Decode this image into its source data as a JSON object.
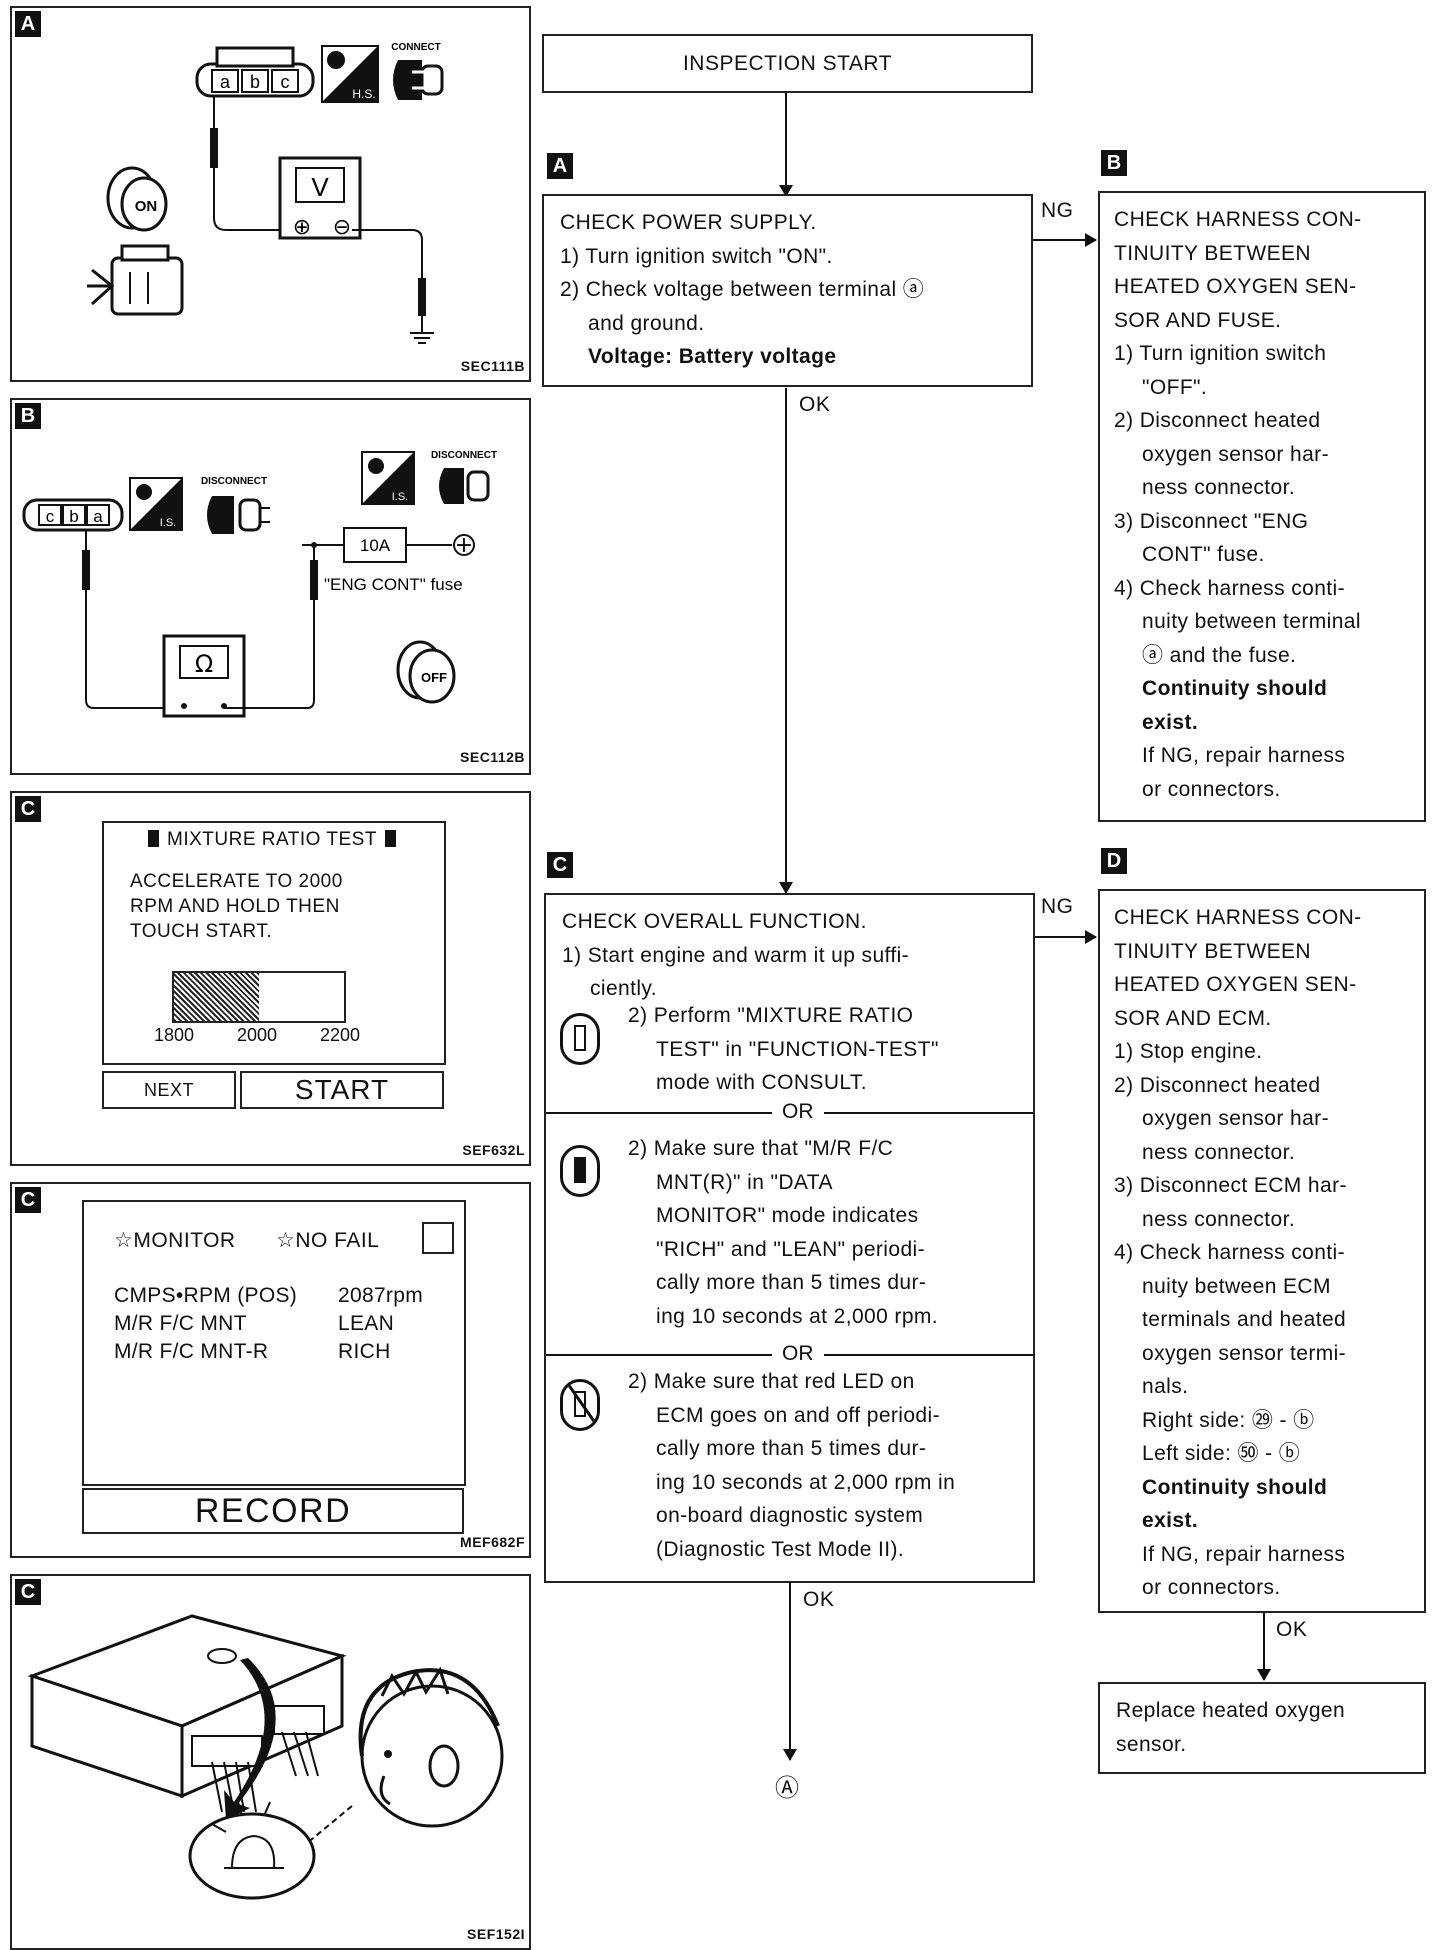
{
  "flow": {
    "start": "INSPECTION START",
    "a": {
      "tag": "A",
      "lines": [
        "CHECK POWER SUPPLY.",
        "1) Turn ignition switch \"ON\".",
        "2) Check voltage between terminal ⓐ",
        "and ground.",
        "Voltage: Battery voltage"
      ]
    },
    "b": {
      "tag": "B",
      "lines": [
        "CHECK HARNESS CON-",
        "TINUITY BETWEEN",
        "HEATED OXYGEN SEN-",
        "SOR AND FUSE.",
        "1) Turn ignition switch",
        "\"OFF\".",
        "2) Disconnect heated",
        "oxygen sensor har-",
        "ness connector.",
        "3) Disconnect \"ENG",
        "CONT\" fuse.",
        "4) Check harness conti-",
        "nuity between terminal",
        "ⓐ and the fuse.",
        "Continuity should",
        "exist.",
        "If NG, repair harness",
        "or connectors."
      ]
    },
    "c": {
      "tag": "C",
      "header": [
        "CHECK OVERALL FUNCTION.",
        "1) Start engine and warm it up suffi-",
        "ciently."
      ],
      "option1": [
        "2) Perform \"MIXTURE RATIO",
        "TEST\" in \"FUNCTION-TEST\"",
        "mode with CONSULT."
      ],
      "or": "OR",
      "option2": [
        "2) Make sure that \"M/R F/C",
        "MNT(R)\" in \"DATA",
        "MONITOR\" mode indicates",
        "\"RICH\" and \"LEAN\" periodi-",
        "cally more than 5 times dur-",
        "ing 10 seconds at 2,000 rpm."
      ],
      "option3": [
        "2) Make sure that red LED on",
        "ECM goes on and off periodi-",
        "cally more than 5 times dur-",
        "ing 10 seconds at 2,000 rpm in",
        "on-board diagnostic system",
        "(Diagnostic Test Mode II)."
      ]
    },
    "d": {
      "tag": "D",
      "lines": [
        "CHECK HARNESS CON-",
        "TINUITY BETWEEN",
        "HEATED OXYGEN SEN-",
        "SOR AND ECM.",
        "1) Stop engine.",
        "2) Disconnect heated",
        "oxygen sensor har-",
        "ness connector.",
        "3) Disconnect ECM har-",
        "ness connector.",
        "4) Check harness conti-",
        "nuity between ECM",
        "terminals and heated",
        "oxygen sensor termi-",
        "nals.",
        "Right side: ㉙ - ⓑ",
        "Left side: ㊿ - ⓑ",
        "Continuity should",
        "exist.",
        "If NG, repair harness",
        "or connectors."
      ]
    },
    "replace": [
      "Replace heated oxygen",
      "sensor."
    ],
    "labels": {
      "ng": "NG",
      "ok": "OK",
      "continue": "Ⓐ"
    }
  },
  "panels": {
    "p1": {
      "tag": "A",
      "code": "SEC111B",
      "connector_pins": [
        "a",
        "b",
        "c"
      ],
      "meter": "V",
      "plus": "⊕",
      "minus": "⊖",
      "ign": "ON",
      "hs": "H.S.",
      "connect": "CONNECT"
    },
    "p2": {
      "tag": "B",
      "code": "SEC112B",
      "connector_pins": [
        "c",
        "b",
        "a"
      ],
      "disconnect": "DISCONNECT",
      "is": "I.S.",
      "fuse": "10A",
      "fuse_label": "\"ENG CONT\" fuse",
      "meter": "Ω",
      "ign": "OFF",
      "plus": "+"
    },
    "p3": {
      "tag": "C",
      "code": "SEF632L",
      "title": "MIXTURE RATIO TEST",
      "message": [
        "ACCELERATE TO 2000",
        "RPM AND HOLD THEN",
        "TOUCH START."
      ],
      "ticks": [
        "1800",
        "2000",
        "2200"
      ],
      "bar_fill": 0.5,
      "next": "NEXT",
      "start": "START"
    },
    "p4": {
      "tag": "C",
      "code": "MEF682F",
      "monitor": "☆MONITOR",
      "nofail": "☆NO FAIL",
      "rows": [
        {
          "name": "CMPS•RPM (POS)",
          "value": "2087rpm"
        },
        {
          "name": "M/R F/C MNT",
          "value": "LEAN"
        },
        {
          "name": "M/R F/C MNT-R",
          "value": "RICH"
        }
      ],
      "record": "RECORD"
    },
    "p5": {
      "tag": "C",
      "code": "SEF152I"
    }
  }
}
